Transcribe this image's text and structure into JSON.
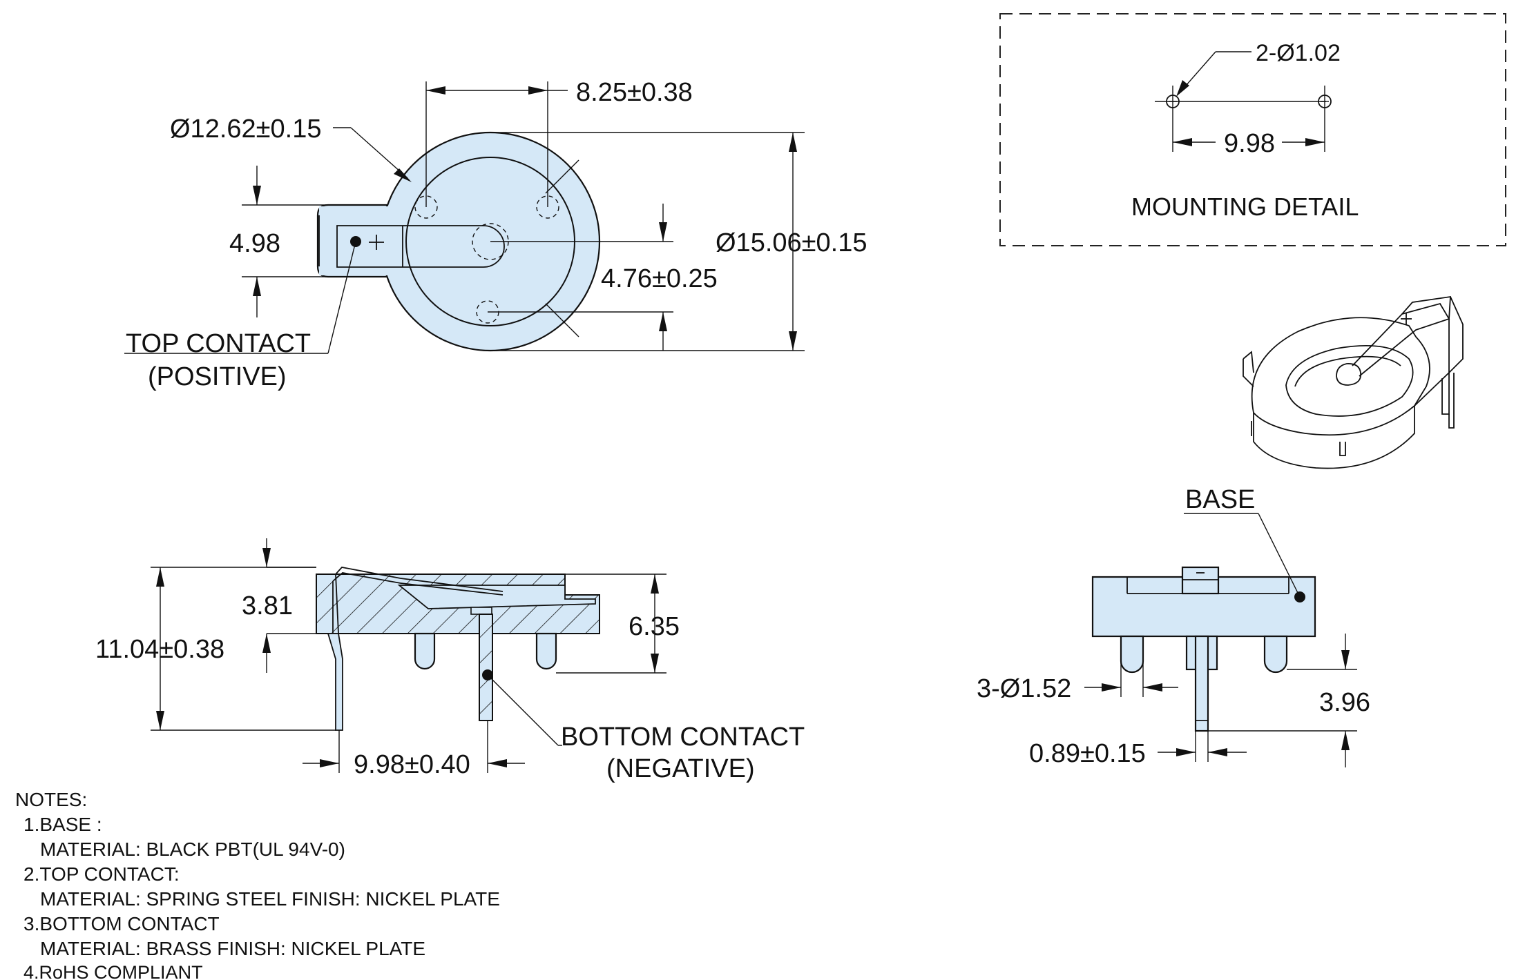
{
  "top_view": {
    "dim_width": "8.25±0.38",
    "dim_inner_dia": "Ø12.62±0.15",
    "dim_tab_height": "4.98",
    "dim_outer_dia": "Ø15.06±0.15",
    "dim_offset": "4.76±0.25",
    "top_contact_line1": "TOP CONTACT",
    "top_contact_line2": "(POSITIVE)"
  },
  "side_view": {
    "dim_top": "3.81",
    "dim_height": "11.04±0.38",
    "dim_body": "6.35",
    "dim_pitch": "9.98±0.40",
    "bottom_contact_line1": "BOTTOM CONTACT",
    "bottom_contact_line2": "(NEGATIVE)"
  },
  "mounting_detail": {
    "holes": "2-Ø1.02",
    "spacing": "9.98",
    "title": "MOUNTING DETAIL"
  },
  "end_view": {
    "base_label": "BASE",
    "pins": "3-Ø1.52",
    "pin_length": "3.96",
    "pin_width": "0.89±0.15"
  },
  "notes": {
    "heading": "NOTES:",
    "items": [
      "1.BASE :",
      "MATERIAL: BLACK PBT(UL 94V-0)",
      "2.TOP CONTACT:",
      "MATERIAL: SPRING STEEL  FINISH: NICKEL PLATE",
      "3.BOTTOM CONTACT",
      "MATERIAL: BRASS   FINISH: NICKEL PLATE",
      "4.RoHS COMPLIANT"
    ]
  },
  "colors": {
    "body_fill": "#d5e8f7",
    "line": "#111111"
  }
}
